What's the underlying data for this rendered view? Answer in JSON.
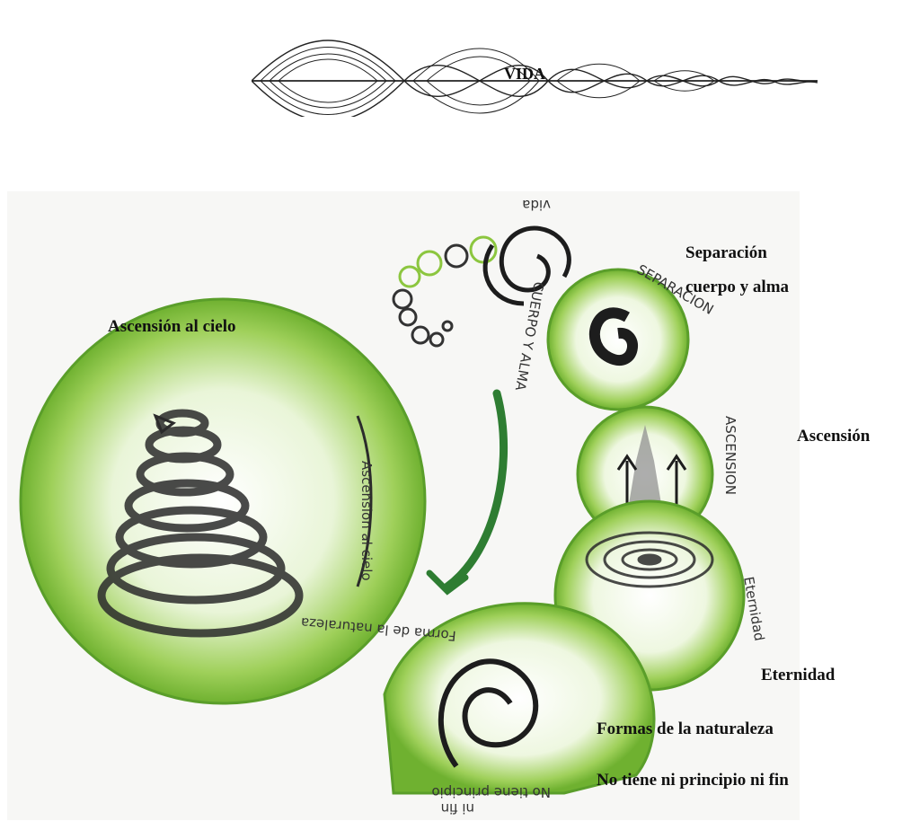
{
  "header": {
    "title": "VIDA"
  },
  "labels": {
    "ascension_cielo": "Ascensión al cielo",
    "separacion_line1": "Separación",
    "separacion_line2": "cuerpo y alma",
    "ascension": "Ascensión",
    "eternidad": "Eternidad",
    "formas": "Formas de la naturaleza",
    "no_tiene": "No tiene ni principio ni fin"
  },
  "handwriting": {
    "vida": "vida",
    "separacion": "SEPARACION",
    "cuerpo_y_alma": "CUERPO Y ALMA",
    "ascension": "ASCENSION",
    "ascension_al_cielo": "Ascension al cielo",
    "forma_naturaleza": "Forma de la naturaleza",
    "eternidad": "Eternidad",
    "no_tiene_principio": "No tiene principio",
    "ni_fin": "ni fin"
  },
  "colors": {
    "green": "#8cc63f",
    "dark_green": "#2e7d32",
    "pencil": "#2b2b2b"
  }
}
